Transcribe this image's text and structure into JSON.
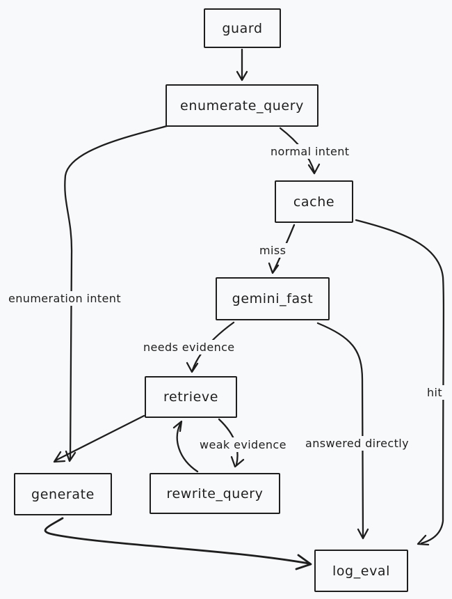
{
  "canvas": {
    "background": "#f8f9fb",
    "ink": "#1e1e1e",
    "style": "hand-drawn flowchart"
  },
  "graph": {
    "nodes": {
      "guard": {
        "label": "guard"
      },
      "enumerate_query": {
        "label": "enumerate_query"
      },
      "cache": {
        "label": "cache"
      },
      "gemini_fast": {
        "label": "gemini_fast"
      },
      "retrieve": {
        "label": "retrieve"
      },
      "generate": {
        "label": "generate"
      },
      "rewrite_query": {
        "label": "rewrite_query"
      },
      "log_eval": {
        "label": "log_eval"
      }
    },
    "edge_labels": {
      "normal_intent": "normal intent",
      "miss": "miss",
      "hit": "hit",
      "enumeration_intent": "enumeration intent",
      "needs_evidence": "needs evidence",
      "weak_evidence": "weak evidence",
      "answered_directly": "answered directly"
    },
    "edges": [
      {
        "from": "guard",
        "to": "enumerate_query",
        "label": ""
      },
      {
        "from": "enumerate_query",
        "to": "cache",
        "label": "normal intent"
      },
      {
        "from": "enumerate_query",
        "to": "generate",
        "label": "enumeration intent"
      },
      {
        "from": "cache",
        "to": "gemini_fast",
        "label": "miss"
      },
      {
        "from": "cache",
        "to": "log_eval",
        "label": "hit"
      },
      {
        "from": "gemini_fast",
        "to": "retrieve",
        "label": "needs evidence"
      },
      {
        "from": "gemini_fast",
        "to": "log_eval",
        "label": "answered directly"
      },
      {
        "from": "retrieve",
        "to": "rewrite_query",
        "label": "weak evidence"
      },
      {
        "from": "rewrite_query",
        "to": "retrieve",
        "label": ""
      },
      {
        "from": "retrieve",
        "to": "generate",
        "label": ""
      },
      {
        "from": "generate",
        "to": "log_eval",
        "label": ""
      }
    ]
  }
}
